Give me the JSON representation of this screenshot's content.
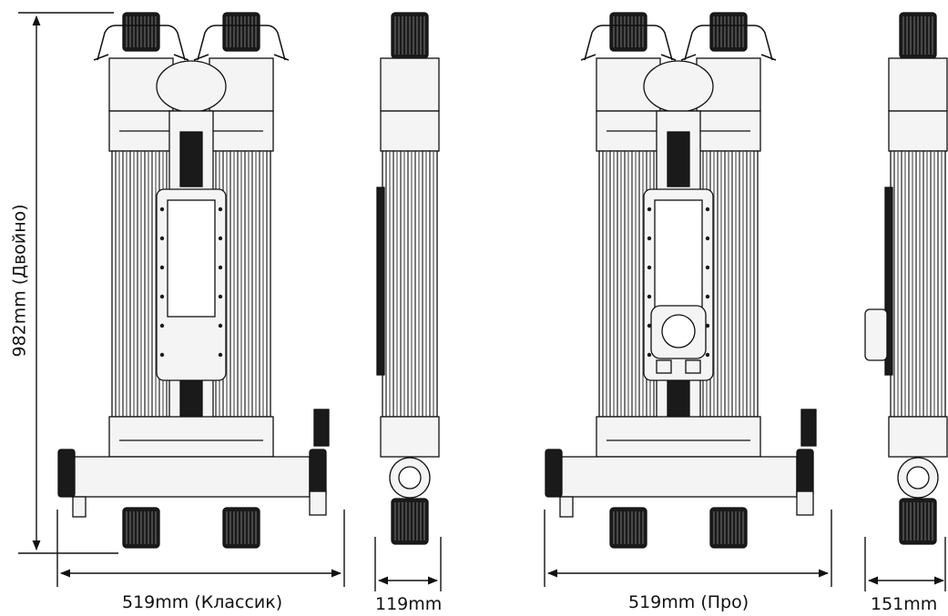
{
  "dimensions": {
    "height": "982mm (Двойно)",
    "width_classic": "519mm  (Класcик)",
    "depth_classic": "119mm",
    "width_pro": "519mm (Про)",
    "depth_pro": "151mm"
  },
  "colors": {
    "line": "#111111",
    "body": "#f4f4f4",
    "dark": "#1a1a1a",
    "fin": "#ffffff"
  }
}
